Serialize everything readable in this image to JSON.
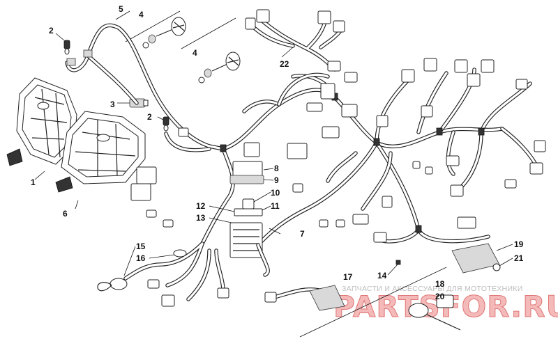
{
  "callouts": {
    "c1": "1",
    "c2a": "2",
    "c2b": "2",
    "c3": "3",
    "c4a": "4",
    "c4b": "4",
    "c5": "5",
    "c6": "6",
    "c7": "7",
    "c8": "8",
    "c9": "9",
    "c10": "10",
    "c11": "11",
    "c12": "12",
    "c13": "13",
    "c14": "14",
    "c15": "15",
    "c16": "16",
    "c17": "17",
    "c18": "18",
    "c19": "19",
    "c20": "20",
    "c21": "21",
    "c22": "22"
  },
  "watermark": {
    "caption": "ЗАПЧАСТИ И АКСЕССУАРЫ ДЛЯ МОТОТЕХНИКИ",
    "brand": "PARTSFOR.RU"
  }
}
